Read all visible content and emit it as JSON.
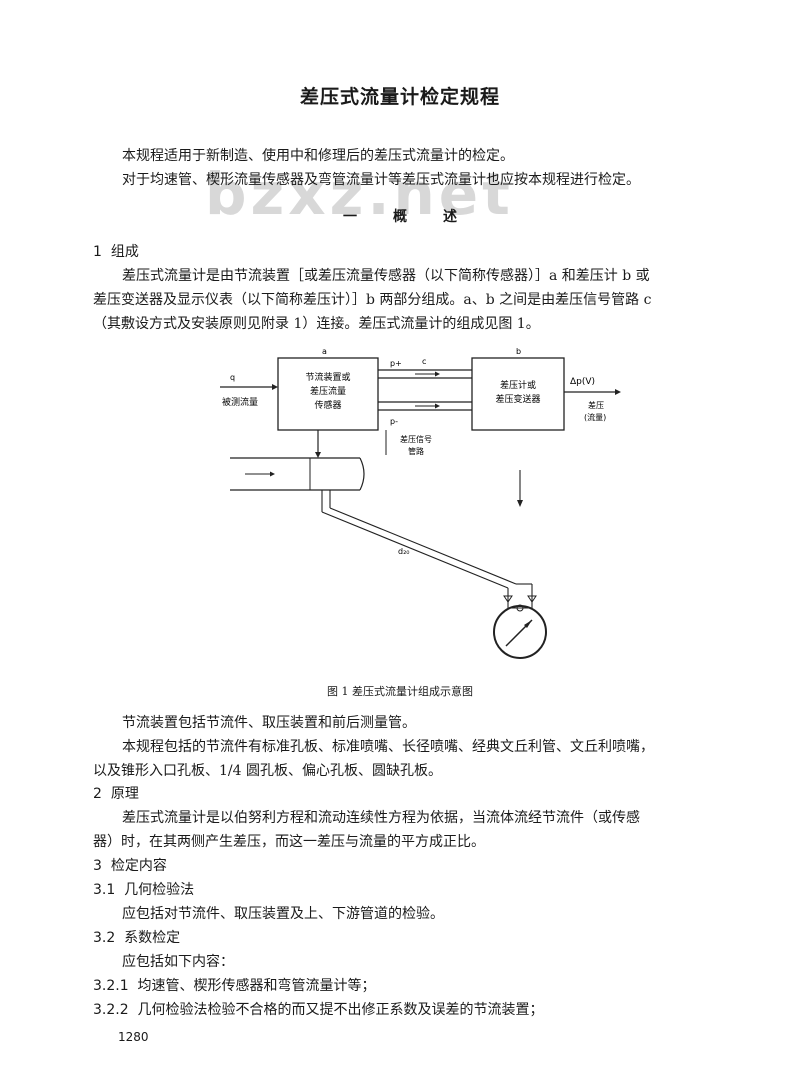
{
  "watermark": "bzxz.net",
  "title": "差压式流量计检定规程",
  "intro": [
    "本规程适用于新制造、使用中和修理后的差压式流量计的检定。",
    "对于均速管、楔形流量传感器及弯管流量计等差压式流量计也应按本规程进行检定。"
  ],
  "chapter_heading": [
    "一",
    "概",
    "述"
  ],
  "s1": {
    "num": "1",
    "title": "组成",
    "lines": [
      "差压式流量计是由节流装置［或差压流量传感器（以下简称传感器）］a 和差压计 b 或",
      "差压变送器及显示仪表（以下简称差压计）］b 两部分组成。a、b 之间是由差压信号管路 c",
      "（其敷设方式及安装原则见附录 1）连接。差压式流量计的组成见图 1。"
    ]
  },
  "diagram": {
    "label_a": "a",
    "label_c": "c",
    "label_b": "b",
    "box1": [
      "节流装置或",
      "差压流量",
      "传感器"
    ],
    "box2": [
      "差压计或",
      "差压变送器"
    ],
    "left_label": "被测流量",
    "out_label": "Δp(V)",
    "out_label2": [
      "差压",
      "(流量)"
    ],
    "pipe_label": [
      "差压信号",
      "管路"
    ],
    "p_plus": "p+",
    "p_minus": "p-",
    "d_label": "d₂₀",
    "q_label": "q"
  },
  "caption": "图 1   差压式流量计组成示意图",
  "p_after": [
    "节流装置包括节流件、取压装置和前后测量管。",
    "本规程包括的节流件有标准孔板、标准喷嘴、长径喷嘴、经典文丘利管、文丘利喷嘴，",
    "以及锥形入口孔板、1/4 圆孔板、偏心孔板、圆缺孔板。"
  ],
  "s2": {
    "num": "2",
    "title": "原理",
    "lines": [
      "差压式流量计是以伯努利方程和流动连续性方程为依据，当流体流经节流件（或传感",
      "器）时，在其两侧产生差压，而这一差压与流量的平方成正比。"
    ]
  },
  "s3": {
    "num": "3",
    "title": "检定内容",
    "s31_num": "3.1",
    "s31_title": "几何检验法",
    "s31_text": "应包括对节流件、取压装置及上、下游管道的检验。",
    "s32_num": "3.2",
    "s32_title": "系数检定",
    "s32_text": "应包括如下内容：",
    "s321_num": "3.2.1",
    "s321_text": "均速管、楔形传感器和弯管流量计等；",
    "s322_num": "3.2.2",
    "s322_text": "几何检验法检验不合格的而又提不出修正系数及误差的节流装置；"
  },
  "page_number": "1280"
}
